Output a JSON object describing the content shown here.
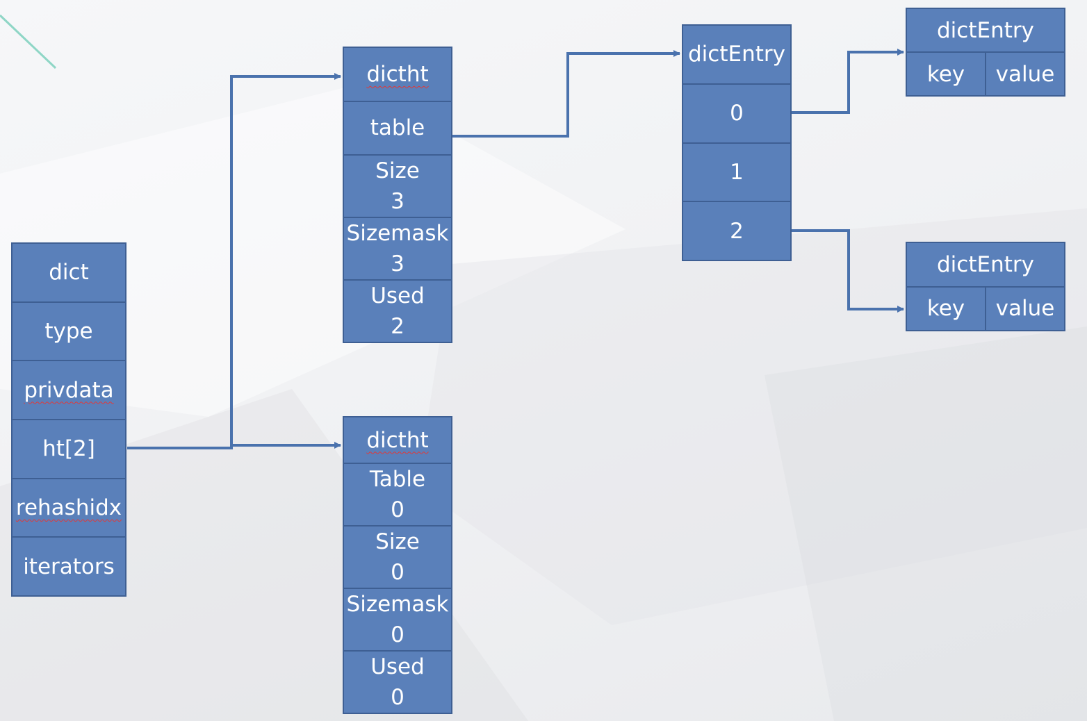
{
  "dict": {
    "fields": [
      "dict",
      "type",
      "privdata",
      "ht[2]",
      "rehashidx",
      "iterators"
    ]
  },
  "ht0": {
    "title": "dictht",
    "table": "table",
    "size_label": "Size",
    "size": "3",
    "sizemask_label": "Sizemask",
    "sizemask": "3",
    "used_label": "Used",
    "used": "2"
  },
  "ht1": {
    "title": "dictht",
    "table_label": "Table",
    "table": "0",
    "size_label": "Size",
    "size": "0",
    "sizemask_label": "Sizemask",
    "sizemask": "0",
    "used_label": "Used",
    "used": "0"
  },
  "table_array": {
    "title": "dictEntry",
    "slots": [
      "0",
      "1",
      "2"
    ]
  },
  "entry_top": {
    "title": "dictEntry",
    "key": "key",
    "value": "value"
  },
  "entry_bottom": {
    "title": "dictEntry",
    "key": "key",
    "value": "value"
  },
  "colors": {
    "cell_fill": "#5a80ba",
    "cell_border": "#3e5f93",
    "connector": "#4a72ad",
    "text": "#ffffff",
    "spellcheck_underline": "#e0393a"
  }
}
